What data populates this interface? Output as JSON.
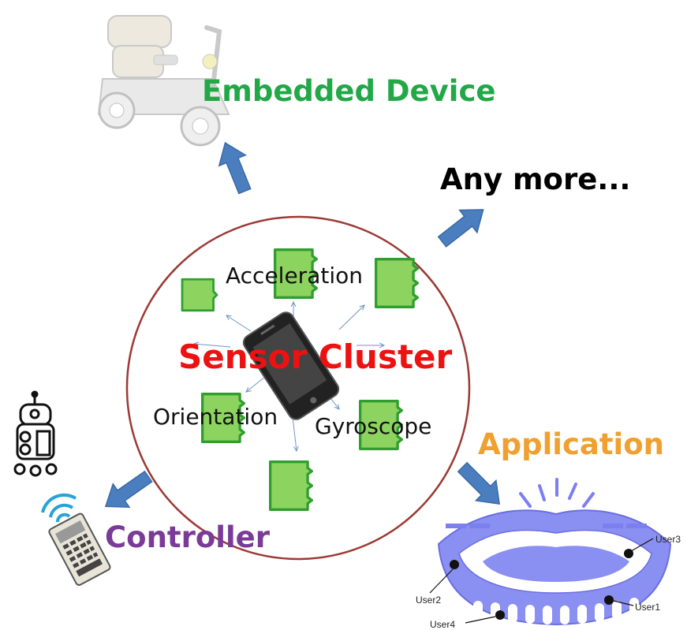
{
  "labels": {
    "embedded_device": "Embedded Device",
    "any_more": "Any more...",
    "sensor_cluster": "Sensor Cluster",
    "acceleration": "Acceleration",
    "orientation": "Orientation",
    "gyroscope": "Gyroscope",
    "application": "Application",
    "controller": "Controller"
  },
  "stadium_users": {
    "user1": "User1",
    "user2": "User2",
    "user3": "User3",
    "user4": "User4"
  },
  "colors": {
    "embedded_device": "#22a847",
    "sensor_cluster": "#ee1111",
    "application": "#f0a030",
    "controller": "#7a3a98",
    "circle_border": "#9b3a34",
    "arrow_blue": "#4a7ebf",
    "component_green": "#8dd35f",
    "component_border": "#2f9e2f",
    "stadium_blue": "#7b7ff0"
  },
  "icons": [
    "mobility-scooter-icon",
    "smartphone-icon",
    "robot-icon",
    "remote-controller-icon",
    "stadium-icon"
  ]
}
